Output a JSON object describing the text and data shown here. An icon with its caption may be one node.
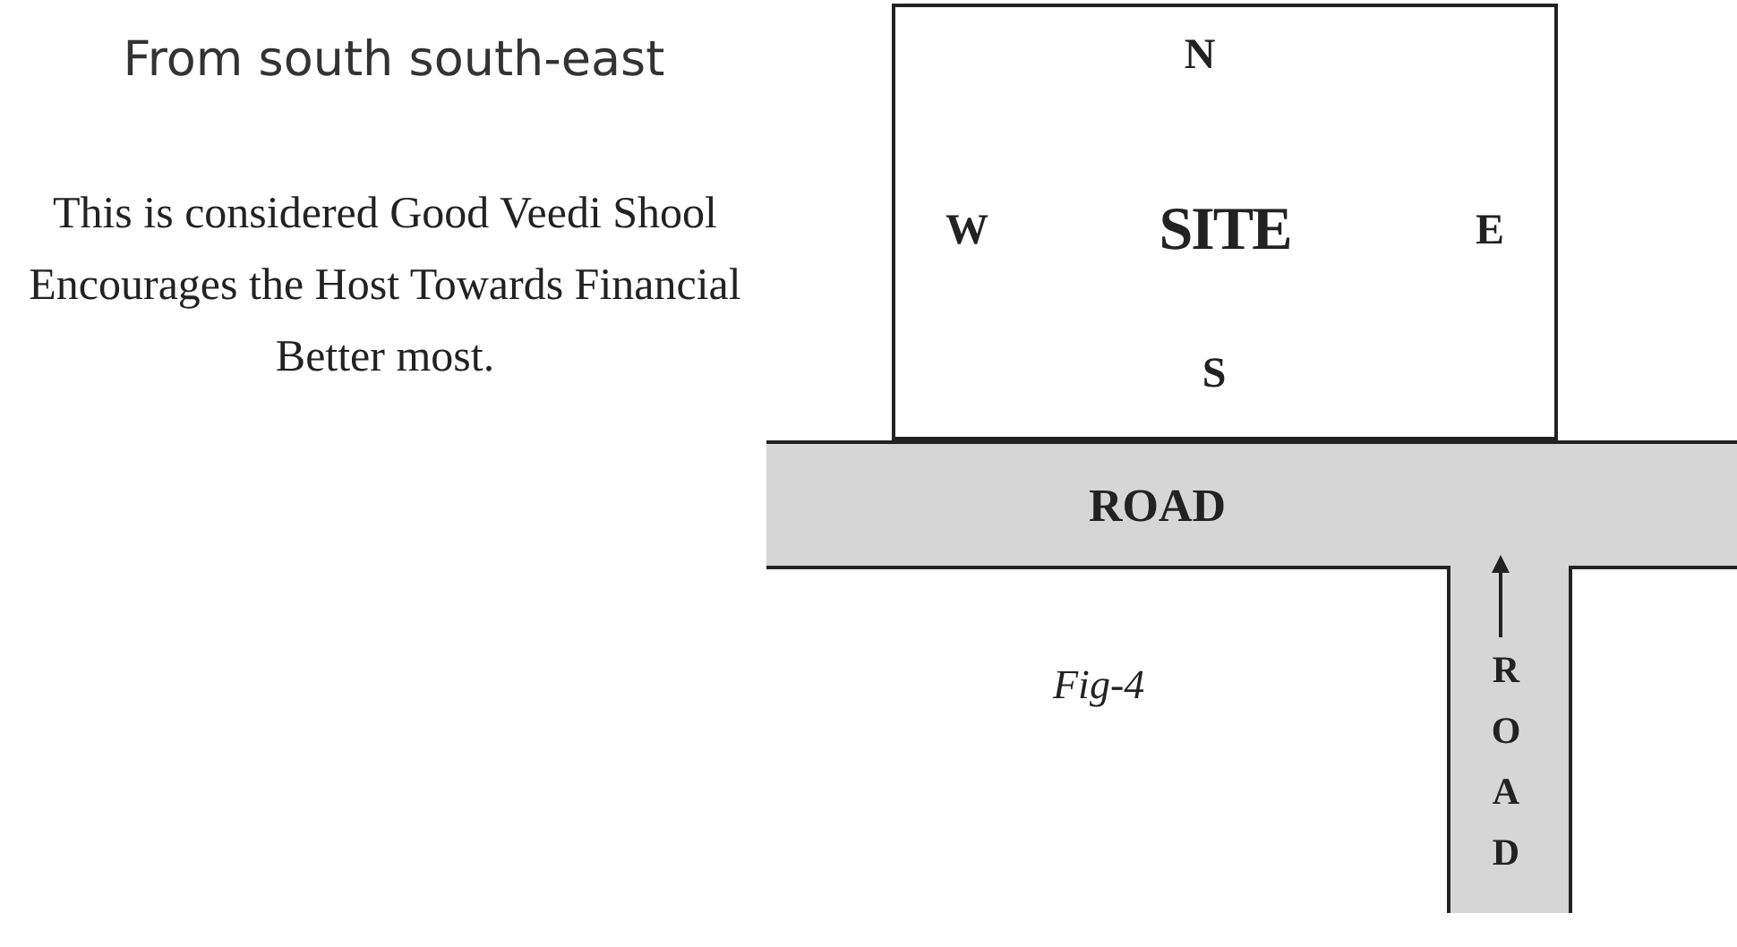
{
  "diagram": {
    "title": "From south south-east",
    "nodes": [
      {
        "text": [
          "SITE"
        ]
      },
      {
        "text": [
          "ROAD"
        ]
      },
      {
        "text": [
          "ROAD"
        ]
      }
    ],
    "labels": [
      "This is considered Good Veedi Shool Encourages the Host Towards Financial Better most.",
      "N",
      "W",
      "E",
      "S"
    ],
    "caption": "Fig-4"
  }
}
